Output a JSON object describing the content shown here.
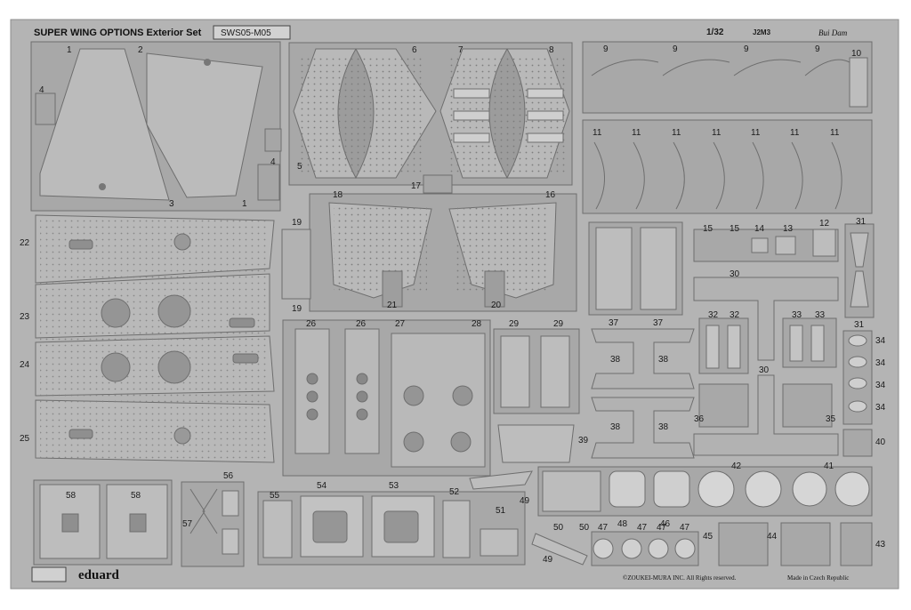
{
  "sheet": {
    "title": "SUPER WING OPTIONS Exterior Set",
    "code": "SWS05-M05",
    "scale": "1/32",
    "product_code": "J2M3",
    "brand": "eduard",
    "copyright": "©ZOUKEI-MURA INC. All Rights reserved.",
    "made_in": "Made in Czech Republic",
    "signature": "Bui Dam"
  },
  "parts": {
    "p1a": "1",
    "p2": "2",
    "p1b": "1",
    "p3": "3",
    "p4a": "4",
    "p4b": "4",
    "p5": "5",
    "p6": "6",
    "p7": "7",
    "p8": "8",
    "p9a": "9",
    "p9b": "9",
    "p9c": "9",
    "p9d": "9",
    "p10": "10",
    "p11a": "11",
    "p11b": "11",
    "p11c": "11",
    "p11d": "11",
    "p11e": "11",
    "p11f": "11",
    "p11g": "11",
    "p12": "12",
    "p13": "13",
    "p14": "14",
    "p15a": "15",
    "p15b": "15",
    "p16": "16",
    "p17": "17",
    "p18": "18",
    "p19a": "19",
    "p19b": "19",
    "p20": "20",
    "p21": "21",
    "p22": "22",
    "p23": "23",
    "p24": "24",
    "p25": "25",
    "p26a": "26",
    "p26b": "26",
    "p27": "27",
    "p28": "28",
    "p29a": "29",
    "p29b": "29",
    "p30a": "30",
    "p30b": "30",
    "p31a": "31",
    "p31b": "31",
    "p32a": "32",
    "p32b": "32",
    "p33a": "33",
    "p33b": "33",
    "p34a": "34",
    "p34b": "34",
    "p34c": "34",
    "p34d": "34",
    "p35": "35",
    "p36": "36",
    "p37a": "37",
    "p37b": "37",
    "p38a": "38",
    "p38b": "38",
    "p38c": "38",
    "p38d": "38",
    "p39": "39",
    "p40": "40",
    "p41": "41",
    "p42": "42",
    "p43": "43",
    "p44": "44",
    "p45": "45",
    "p46": "46",
    "p47a": "47",
    "p47b": "47",
    "p47c": "47",
    "p47d": "47",
    "p48": "48",
    "p49a": "49",
    "p49b": "49",
    "p50a": "50",
    "p50b": "50",
    "p51": "51",
    "p52": "52",
    "p53": "53",
    "p54": "54",
    "p55": "55",
    "p56": "56",
    "p57": "57",
    "p58a": "58",
    "p58b": "58"
  },
  "colors": {
    "fret": "#b4b4b4",
    "part": "#a6a6a6",
    "line": "#6e6e6e",
    "gap": "#e9e9e9"
  }
}
